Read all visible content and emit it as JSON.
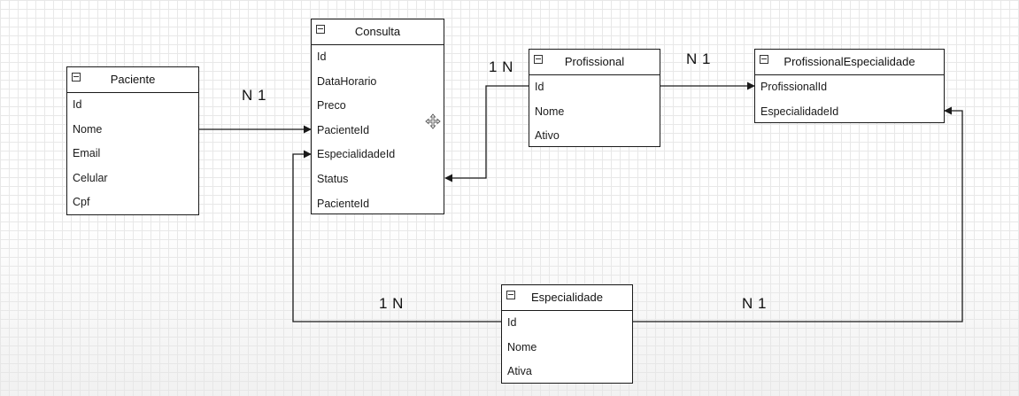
{
  "diagram": {
    "entities": {
      "paciente": {
        "title": "Paciente",
        "fields": [
          "Id",
          "Nome",
          "Email",
          "Celular",
          "Cpf"
        ]
      },
      "consulta": {
        "title": "Consulta",
        "fields": [
          "Id",
          "DataHorario",
          "Preco",
          "PacienteId",
          "EspecialidadeId",
          "Status",
          "PacienteId"
        ]
      },
      "profissional": {
        "title": "Profissional",
        "fields": [
          "Id",
          "Nome",
          "Ativo"
        ]
      },
      "profissional_especialidade": {
        "title": "ProfissionalEspecialidade",
        "fields": [
          "ProfissionalId",
          "EspecialidadeId"
        ]
      },
      "especialidade": {
        "title": "Especialidade",
        "fields": [
          "Id",
          "Nome",
          "Ativa"
        ]
      }
    },
    "cardinalities": {
      "paciente_consulta": "N 1",
      "profissional_consulta": "1 N",
      "profissional_profissional_especialidade": "N 1",
      "especialidade_consulta": "1 N",
      "especialidade_profissional_especialidade": "N 1"
    },
    "colors": {
      "line": "#1a1a1a",
      "grid": "#e8e8e8"
    }
  }
}
